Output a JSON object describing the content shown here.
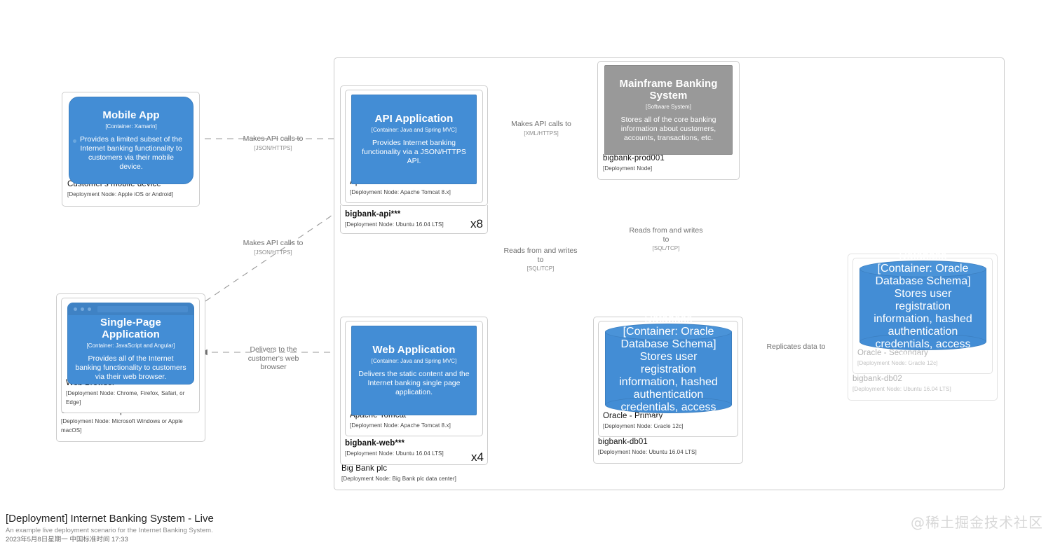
{
  "diagram": {
    "title": "[Deployment] Internet Banking System - Live",
    "description": "An example live deployment scenario for the Internet Banking System.",
    "timestamp": "2023年5月8日星期一 中国标准时间 17:33",
    "watermark": "@稀土掘金技术社区",
    "colors": {
      "container": "#438dd5",
      "system": "#999999",
      "node_border": "#cccccc",
      "relationship": "#838383"
    }
  },
  "nodes": {
    "customer_mobile_device": {
      "name": "Customer's mobile device",
      "tech": "[Deployment Node: Apple iOS or Android]"
    },
    "customer_computer": {
      "name": "Customer's computer",
      "tech": "[Deployment Node: Microsoft Windows or Apple macOS]"
    },
    "web_browser": {
      "name": "Web Browser",
      "tech": "[Deployment Node: Chrome, Firefox, Safari, or Edge]"
    },
    "big_bank_plc": {
      "name": "Big Bank plc",
      "tech": "[Deployment Node: Big Bank plc data center]"
    },
    "bigbank_api": {
      "name": "bigbank-api***",
      "tech": "[Deployment Node: Ubuntu 16.04 LTS]",
      "multiplier": "x8"
    },
    "bigbank_web": {
      "name": "bigbank-web***",
      "tech": "[Deployment Node: Ubuntu 16.04 LTS]",
      "multiplier": "x4"
    },
    "apache_tomcat_api": {
      "name": "Apache Tomcat",
      "tech": "[Deployment Node: Apache Tomcat 8.x]"
    },
    "apache_tomcat_web": {
      "name": "Apache Tomcat",
      "tech": "[Deployment Node: Apache Tomcat 8.x]"
    },
    "bigbank_prod001": {
      "name": "bigbank-prod001",
      "tech": "[Deployment Node]"
    },
    "bigbank_db01": {
      "name": "bigbank-db01",
      "tech": "[Deployment Node: Ubuntu 16.04 LTS]"
    },
    "oracle_primary": {
      "name": "Oracle - Primary",
      "tech": "[Deployment Node: Oracle 12c]"
    },
    "bigbank_db02": {
      "name": "bigbank-db02",
      "tech": "[Deployment Node: Ubuntu 16.04 LTS]"
    },
    "oracle_secondary": {
      "name": "Oracle - Secondary",
      "tech": "[Deployment Node: Oracle 12c]"
    }
  },
  "elements": {
    "mobile_app": {
      "title": "Mobile App",
      "tech": "[Container: Xamarin]",
      "desc": "Provides a limited subset of the Internet banking functionality to customers via their mobile device."
    },
    "spa": {
      "title": "Single-Page Application",
      "tech": "[Container: JavaScript and Angular]",
      "desc": "Provides all of the Internet banking functionality to customers via their web browser."
    },
    "api_application": {
      "title": "API Application",
      "tech": "[Container: Java and Spring MVC]",
      "desc": "Provides Internet banking functionality via a JSON/HTTPS API."
    },
    "web_application": {
      "title": "Web Application",
      "tech": "[Container: Java and Spring MVC]",
      "desc": "Delivers the static content and the Internet banking single page application."
    },
    "mainframe": {
      "title": "Mainframe Banking System",
      "tech": "[Software System]",
      "desc": "Stores all of the core banking information about customers, accounts, transactions, etc."
    },
    "database_primary": {
      "title": "Database",
      "tech": "[Container: Oracle Database Schema]",
      "desc": "Stores user registration information, hashed authentication credentials, access logs, etc."
    },
    "database_secondary": {
      "title": "Database",
      "tech": "[Container: Oracle Database Schema]",
      "desc": "Stores user registration information, hashed authentication credentials, access logs, etc."
    }
  },
  "relationships": [
    {
      "id": "mobile_to_api",
      "label": "Makes API calls to",
      "tech": "[JSON/HTTPS]"
    },
    {
      "id": "spa_to_api",
      "label": "Makes API calls to",
      "tech": "[JSON/HTTPS]"
    },
    {
      "id": "web_to_spa",
      "label": "Delivers to the customer's web browser",
      "tech": ""
    },
    {
      "id": "api_to_mainframe",
      "label": "Makes API calls to",
      "tech": "[XML/HTTPS]"
    },
    {
      "id": "api_to_db01",
      "label": "Reads from and writes to",
      "tech": "[SQL/TCP]"
    },
    {
      "id": "api_to_db02",
      "label": "Reads from and writes to",
      "tech": "[SQL/TCP]"
    },
    {
      "id": "db01_to_db02",
      "label": "Replicates data to",
      "tech": ""
    }
  ]
}
